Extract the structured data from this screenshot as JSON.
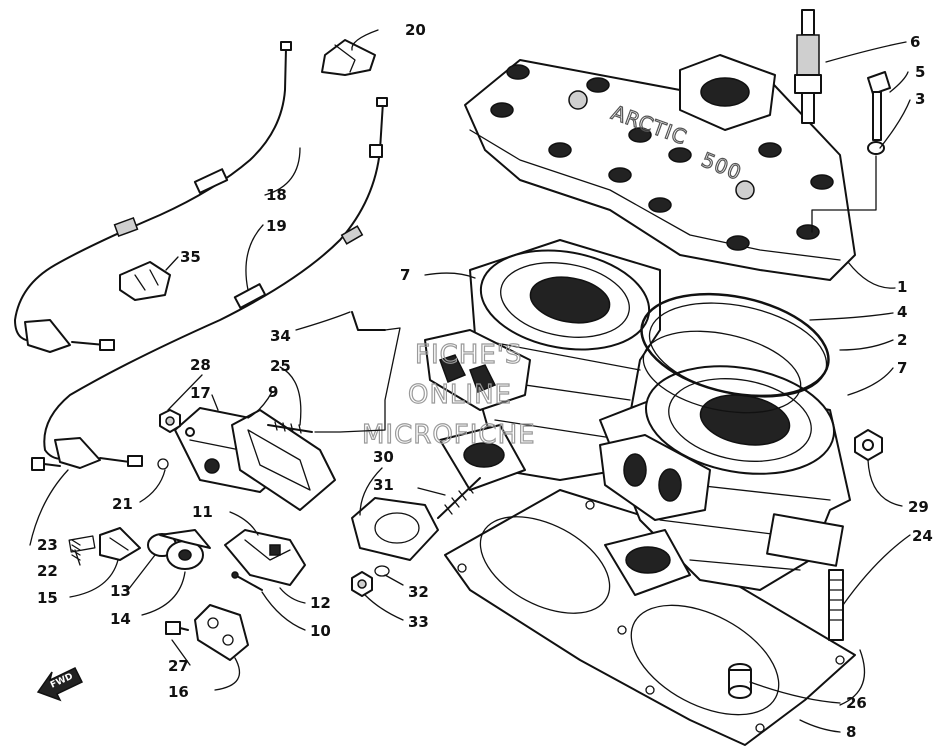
{
  "diagram": {
    "watermark_lines": [
      "FICHE'S",
      "ONLINE",
      "MICROFICHE"
    ],
    "direction_label": "FWD",
    "callouts": [
      {
        "id": "c1",
        "label": "1"
      },
      {
        "id": "c2",
        "label": "2"
      },
      {
        "id": "c3",
        "label": "3"
      },
      {
        "id": "c4",
        "label": "4"
      },
      {
        "id": "c5",
        "label": "5"
      },
      {
        "id": "c6",
        "label": "6"
      },
      {
        "id": "c7a",
        "label": "7"
      },
      {
        "id": "c7b",
        "label": "7"
      },
      {
        "id": "c8",
        "label": "8"
      },
      {
        "id": "c9",
        "label": "9"
      },
      {
        "id": "c10",
        "label": "10"
      },
      {
        "id": "c11",
        "label": "11"
      },
      {
        "id": "c12",
        "label": "12"
      },
      {
        "id": "c13",
        "label": "13"
      },
      {
        "id": "c14",
        "label": "14"
      },
      {
        "id": "c15",
        "label": "15"
      },
      {
        "id": "c16",
        "label": "16"
      },
      {
        "id": "c17",
        "label": "17"
      },
      {
        "id": "c18",
        "label": "18"
      },
      {
        "id": "c19",
        "label": "19"
      },
      {
        "id": "c20",
        "label": "20"
      },
      {
        "id": "c21",
        "label": "21"
      },
      {
        "id": "c22",
        "label": "22"
      },
      {
        "id": "c23",
        "label": "23"
      },
      {
        "id": "c24",
        "label": "24"
      },
      {
        "id": "c25",
        "label": "25"
      },
      {
        "id": "c26",
        "label": "26"
      },
      {
        "id": "c27",
        "label": "27"
      },
      {
        "id": "c28",
        "label": "28"
      },
      {
        "id": "c29",
        "label": "29"
      },
      {
        "id": "c30",
        "label": "30"
      },
      {
        "id": "c31",
        "label": "31"
      },
      {
        "id": "c32",
        "label": "32"
      },
      {
        "id": "c33",
        "label": "33"
      },
      {
        "id": "c34",
        "label": "34"
      },
      {
        "id": "c35",
        "label": "35"
      }
    ]
  }
}
